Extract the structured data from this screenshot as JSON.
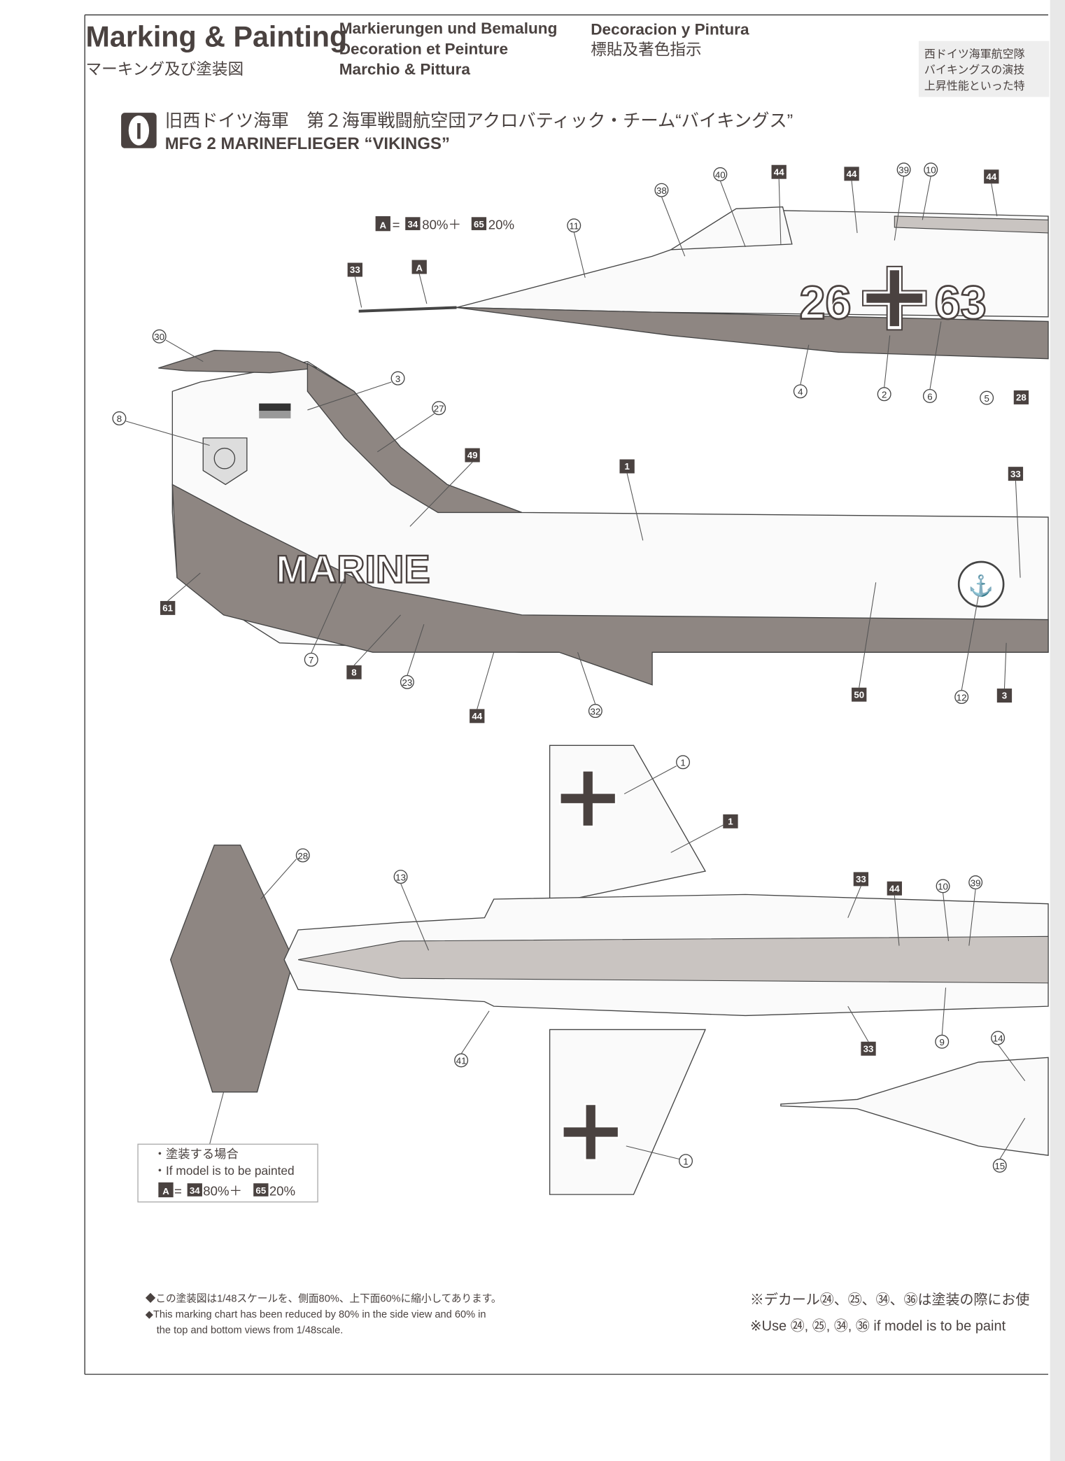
{
  "header": {
    "title": "Marking & Painting",
    "title_jp": "マーキング及び塗装図",
    "title_de": "Markierungen und Bemalung",
    "title_fr": "Decoration et Peinture",
    "title_it": "Marchio & Pittura",
    "title_es": "Decoracion y Pintura",
    "title_cn": "標貼及著色指示"
  },
  "side_note": [
    "西ドイツ海軍航空隊",
    "バイキングスの演技",
    "上昇性能といった特"
  ],
  "scheme": {
    "number": "I",
    "title_jp": "旧西ドイツ海軍　第２海軍戦闘航空団アクロバティック・チーム“バイキングス”",
    "title_en": "MFG 2 MARINEFLIEGER “VIKINGS”"
  },
  "paint_formula": {
    "code": "A",
    "eq": "=",
    "c1": "34",
    "p1": "80%＋",
    "c2": "65",
    "p2": "20%"
  },
  "aircraft_markings": {
    "code_left": "26",
    "code_right": "63",
    "fuselage_text": "MARINE"
  },
  "callouts": [
    "38",
    "40",
    "44",
    "44",
    "39",
    "10",
    "44",
    "11",
    "33",
    "A",
    "30",
    "3",
    "27",
    "8",
    "49",
    "1",
    "33",
    "4",
    "2",
    "6",
    "5",
    "28",
    "61",
    "7",
    "8",
    "23",
    "32",
    "44",
    "50",
    "12",
    "3",
    "1",
    "1",
    "28",
    "13",
    "33",
    "44",
    "10",
    "39",
    "41",
    "33",
    "9",
    "14",
    "15",
    "1"
  ],
  "paint_box": {
    "line1": "・塗装する場合",
    "line2": "・If model is to be painted"
  },
  "footnotes": {
    "jp": "◆この塗装図は1/48スケールを、側面80%、上下面60%に縮小してあります。",
    "en1": "◆This marking chart has been reduced by 80% in the side view and 60% in",
    "en2": "the top and bottom views from 1/48scale.",
    "decal_jp": "※デカール㉔、㉕、㉞、㊱は塗装の際にお使",
    "decal_en": "※Use ㉔, ㉕, ㉞, ㊱ if model is to be paint"
  },
  "colors": {
    "ink": "#4a4240",
    "paint_gray": "#8e8682",
    "light_gray": "#c9c4c1"
  }
}
